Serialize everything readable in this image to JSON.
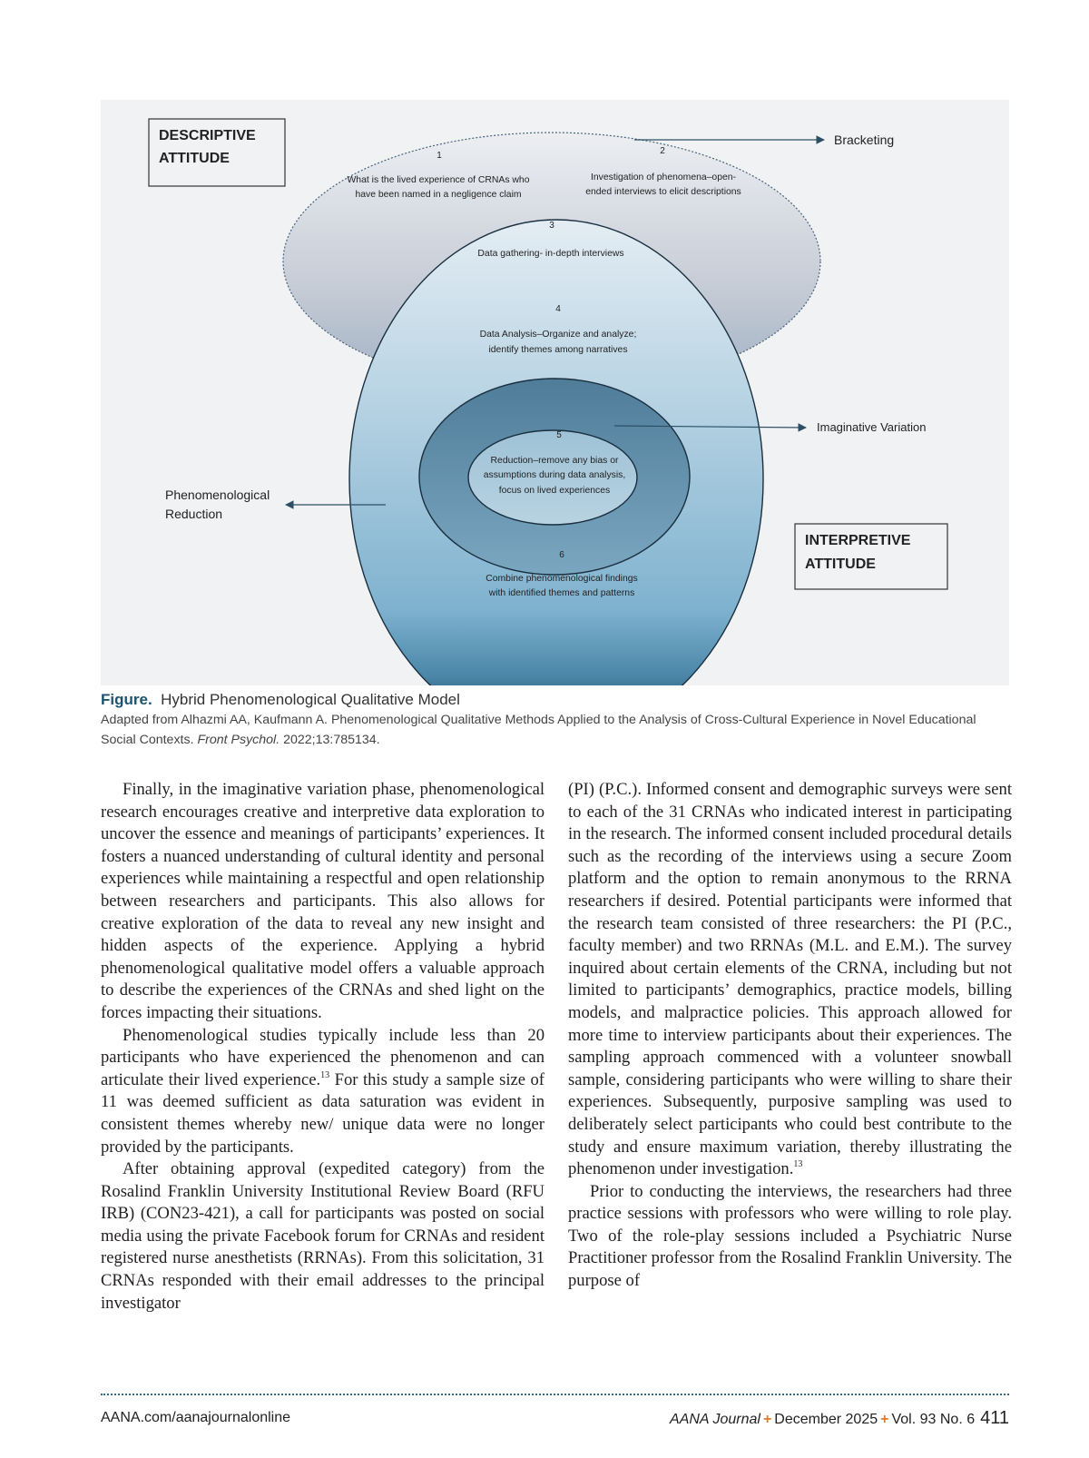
{
  "figure": {
    "boxes": {
      "descriptive": [
        "DESCRIPTIVE",
        "ATTITUDE"
      ],
      "interpretive": [
        "INTERPRETIVE",
        "ATTITUDE"
      ]
    },
    "labels": {
      "bracketing": "Bracketing",
      "imaginative_variation": "Imaginative Variation",
      "phenomenological_reduction": [
        "Phenomenological",
        "Reduction"
      ]
    },
    "steps": [
      {
        "num": "1",
        "lines": [
          "What is the lived experience of CRNAs who",
          "have been named in a negligence claim"
        ]
      },
      {
        "num": "2",
        "lines": [
          "Investigation of phenomena–open-",
          "ended interviews to elicit descriptions"
        ]
      },
      {
        "num": "3",
        "lines": [
          "Data gathering- in-depth interviews"
        ]
      },
      {
        "num": "4",
        "lines": [
          "Data Analysis–Organize and analyze;",
          "identify themes among narratives"
        ]
      },
      {
        "num": "5",
        "lines": [
          "Reduction–remove any bias or",
          "assumptions during data analysis,",
          "focus on lived experiences"
        ]
      },
      {
        "num": "6",
        "lines": [
          "Combine phenomenological findings",
          "with identified themes and patterns"
        ]
      }
    ]
  },
  "caption": {
    "label": "Figure.",
    "title": "Hybrid Phenomenological Qualitative Model",
    "source_pre": "Adapted from Alhazmi AA, Kaufmann A. Phenomenological Qualitative Methods Applied to the Analysis of Cross-Cultural Experience in Novel Educational Social Contexts. ",
    "source_journal": "Front Psychol.",
    "source_post": " 2022;13:785134."
  },
  "body": {
    "left": [
      {
        "text": "Finally, in the imaginative variation phase, phenom­enological research encourages creative and interpretive data exploration to uncover the essence and meanings of participants’ experiences. It fosters a nuanced under­standing of cultural identity and personal experiences while maintaining a respectful and open relationship between researchers and participants. This also allows for creative exploration of the data to reveal any new insight and hidden aspects of the experience. Applying a hybrid phenomenological qualitative model offers a valu­able approach to describe the experiences of the CRNAs and shed light on the forces impacting their situations."
      },
      {
        "text": "Phenomenological studies typically include less than 20 participants who have experienced the phenomenon and can articulate their lived experience.",
        "sup": "13",
        "after": " For this study a sample size of 11 was deemed sufficient as data satura­tion was evident in consistent themes whereby new/ unique data were no longer provided by the participants."
      },
      {
        "text": "After obtaining approval (expedited category) from the Rosalind Franklin University Institutional Review Board (RFU IRB) (CON23-421), a call for participants was posted on social media using the private Facebook forum for CRNAs and resident registered nurse anesthetists (RRNAs). From this solicitation, 31 CRNAs responded with their email addresses to the principal investigator"
      }
    ],
    "right": [
      {
        "text": "(PI) (P.C.). Informed consent and demographic surveys were sent to each of the 31 CRNAs who indicated interest in participating in the research. The informed consent included procedural details such as the recording of the interviews using a secure Zoom platform and the option to remain anonymous to the RRNA researchers if desired. Potential participants were informed that the research team consisted of three researchers: the PI (P.C., faculty member) and two RRNAs (M.L. and E.M.). The survey inquired about certain elements of the CRNA, including but not limited to participants’ demographics, practice models, billing models, and malpractice policies. This approach allowed for more time to interview partic­ipants about their experiences. The sampling approach commenced with a volunteer snowball sample, consider­ing participants who were willing to share their experi­ences. Subsequently, purposive sampling was used to deliberately select participants who could best contrib­ute to the study and ensure maximum variation, thereby illustrating the phenomenon under investigation.",
        "sup": "13",
        "after": ""
      },
      {
        "text": "Prior to conducting the interviews, the research­ers had three practice sessions with professors who were willing to role play. Two of the role-play sessions included a Psychiatric Nurse Practitioner professor from the Rosalind Franklin University. The purpose of"
      }
    ]
  },
  "footer": {
    "url": "AANA.com/aanajournalonline",
    "journal": "AANA Journal",
    "date": "December 2025",
    "volume": "Vol. 93",
    "issue": "No. 6",
    "page": "411"
  }
}
